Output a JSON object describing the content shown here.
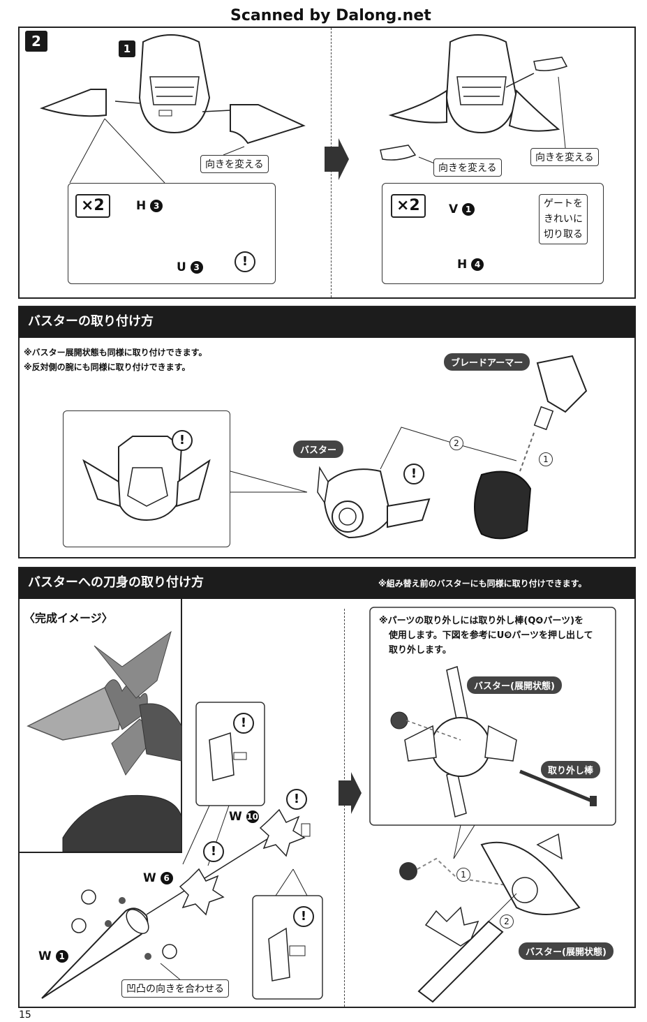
{
  "watermark": "Scanned by Dalong.net",
  "page_number": "15",
  "section_top": {
    "step_number": "2",
    "sub_step": "1",
    "left_panel": {
      "callout": "向きを変える",
      "multiplier": "×2",
      "part_h": "H",
      "part_h_num": "3",
      "part_u": "U",
      "part_u_num": "3"
    },
    "right_panel": {
      "callout_a": "向きを変える",
      "callout_b": "向きを変える",
      "multiplier": "×2",
      "part_v": "V",
      "part_v_num": "1",
      "part_h": "H",
      "part_h_num": "4",
      "gate_note_1": "ゲートを",
      "gate_note_2": "きれいに",
      "gate_note_3": "切り取る"
    }
  },
  "section_buster": {
    "title": "バスターの取り付け方",
    "note_1": "※バスター展開状態も同様に取り付けできます。",
    "note_2": "※反対側の腕にも同様に取り付けできます。",
    "label_blade": "ブレードアーマー",
    "label_buster": "バスター",
    "step_1": "1",
    "step_2": "2"
  },
  "section_blade": {
    "title": "バスターへの刀身の取り付け方",
    "header_note": "※組み替え前のバスターにも同様に取り付けできます。",
    "complete_image": "〈完成イメージ〉",
    "removal_note_1": "※パーツの取り外しには取り外し棒(Q❹パーツ)を",
    "removal_note_2": "使用します。下図を参考にU❾パーツを押し出して",
    "removal_note_3": "取り外します。",
    "label_buster_deployed": "バスター(展開状態)",
    "label_removal_rod": "取り外し棒",
    "label_buster_deployed_2": "バスター(展開状態)",
    "align_note": "凹凸の向きを合わせる",
    "part_w": "W",
    "part_w1": "1",
    "part_w6": "6",
    "part_w10": "10",
    "step_1": "1",
    "step_2": "2"
  }
}
